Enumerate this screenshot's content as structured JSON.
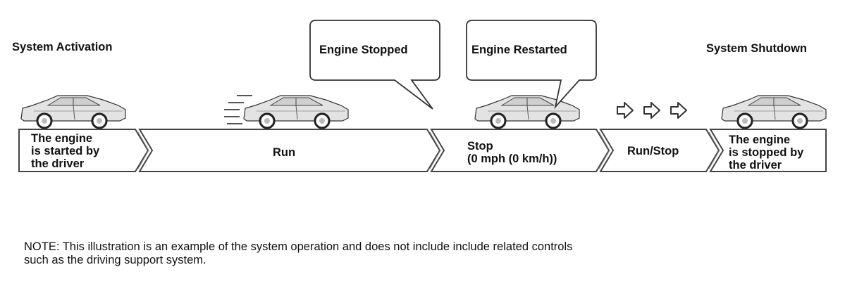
{
  "labels": {
    "activation": "System Activation",
    "shutdown": "System Shutdown"
  },
  "callouts": {
    "stopped": "Engine Stopped",
    "restarted": "Engine Restarted"
  },
  "stages": {
    "start": [
      "The engine",
      "is started by",
      "the driver"
    ],
    "run": "Run",
    "stop": [
      "Stop",
      "(0 mph (0 km/h))"
    ],
    "runstop": "Run/Stop",
    "end": [
      "The engine",
      "is stopped by",
      "the driver"
    ]
  },
  "note": [
    "NOTE: This illustration is an example of the system operation and does not include include related controls",
    "such as the driving support system."
  ]
}
